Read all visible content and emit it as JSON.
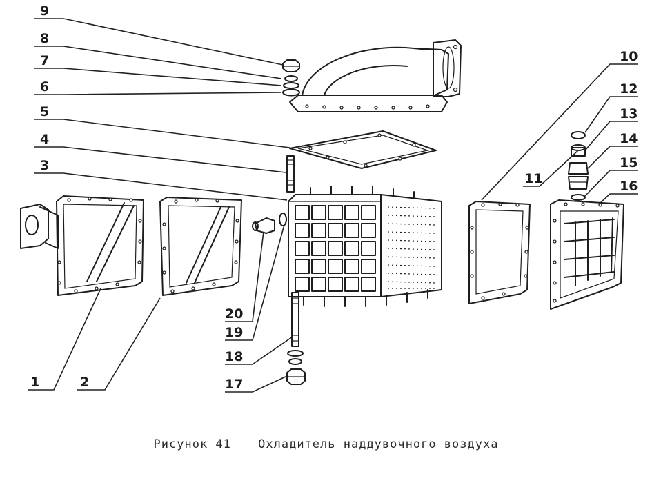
{
  "labels": {
    "p1": "1",
    "p2": "2",
    "p3": "3",
    "p4": "4",
    "p5": "5",
    "p6": "6",
    "p7": "7",
    "p8": "8",
    "p9": "9",
    "p10": "10",
    "p11": "11",
    "p12": "12",
    "p13": "13",
    "p14": "14",
    "p15": "15",
    "p16": "16",
    "p17": "17",
    "p18": "18",
    "p19": "19",
    "p20": "20"
  },
  "caption": {
    "figure_number": "Рисунок 41",
    "title": "Охладитель наддувочного воздуха"
  }
}
